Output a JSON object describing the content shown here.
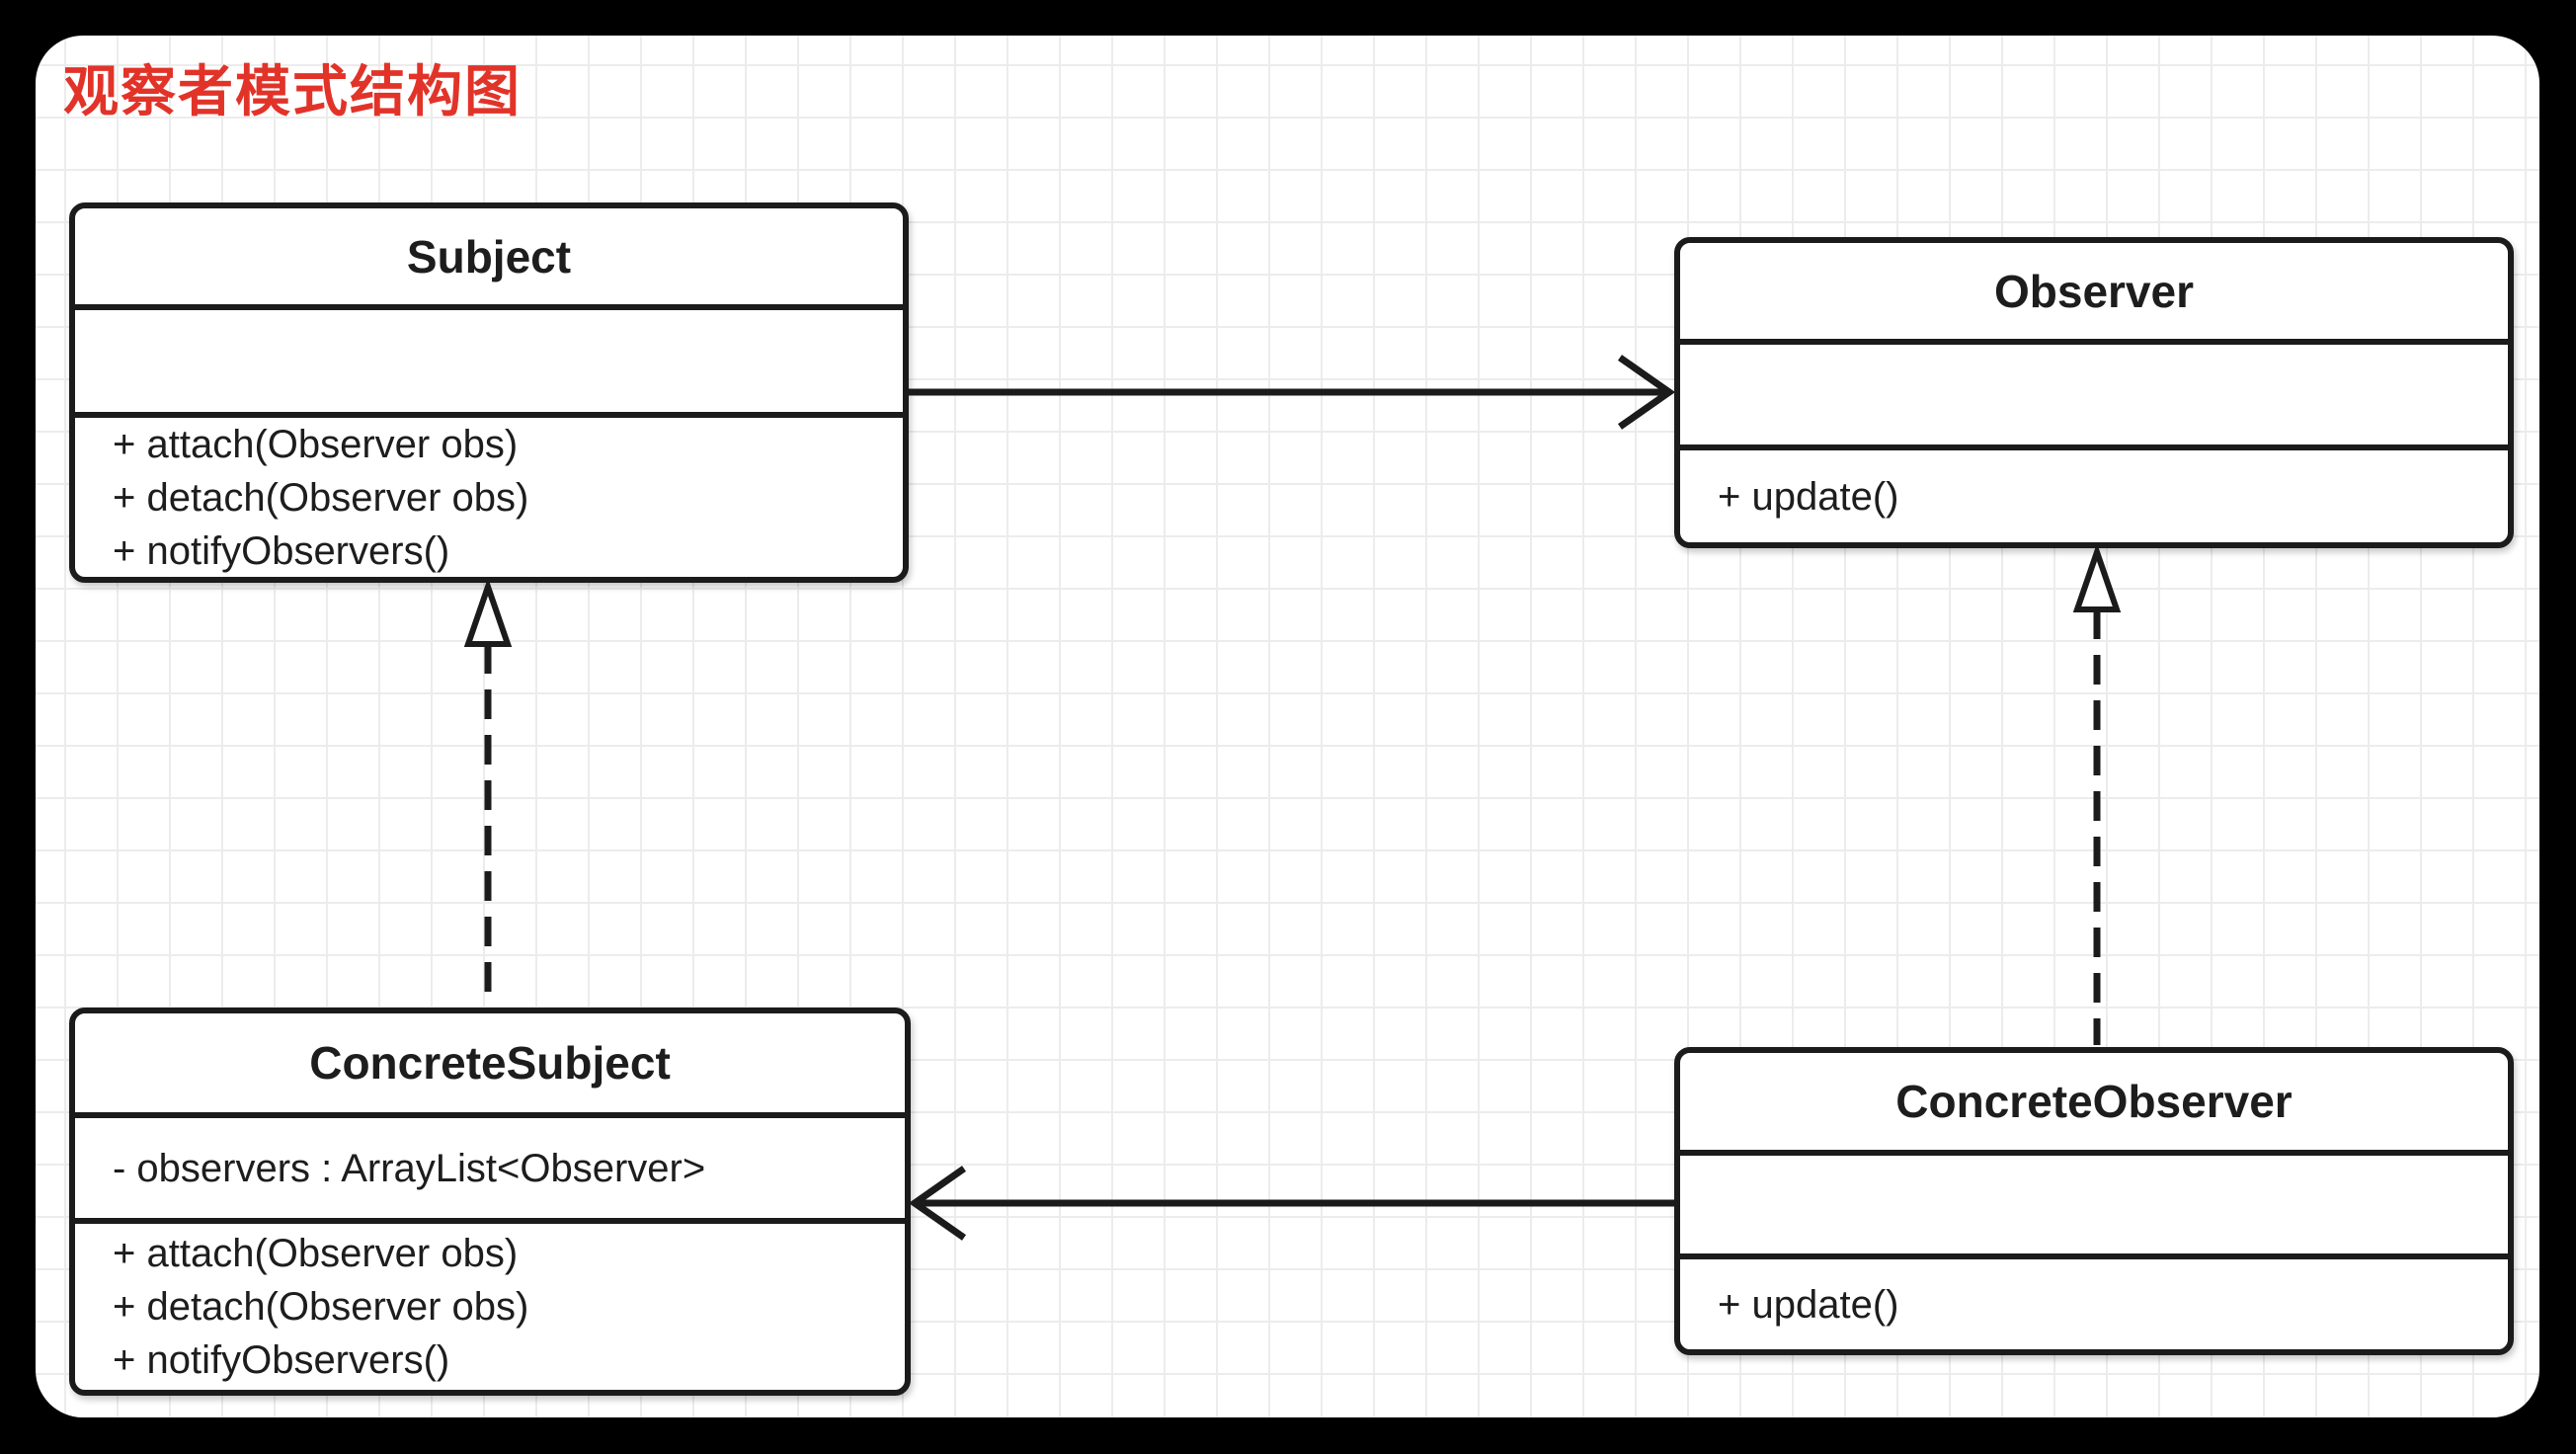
{
  "title": {
    "text": "观察者模式结构图",
    "color": "#e23329"
  },
  "classes": [
    {
      "name": "Subject",
      "attributes": [],
      "methods": [
        "+ attach(Observer obs)",
        "+ detach(Observer obs)",
        "+ notifyObservers()"
      ]
    },
    {
      "name": "Observer",
      "attributes": [],
      "methods": [
        "+ update()"
      ]
    },
    {
      "name": "ConcreteSubject",
      "attributes": [
        "- observers : ArrayList<Observer>"
      ],
      "methods": [
        "+ attach(Observer obs)",
        "+ detach(Observer obs)",
        "+ notifyObservers()"
      ]
    },
    {
      "name": "ConcreteObserver",
      "attributes": [],
      "methods": [
        "+ update()"
      ]
    }
  ],
  "relations": [
    {
      "from": "Subject",
      "to": "Observer",
      "style": "solid",
      "arrowhead": "open",
      "direction": "right"
    },
    {
      "from": "ConcreteSubject",
      "to": "Subject",
      "style": "dashed",
      "arrowhead": "hollow-triangle",
      "direction": "up"
    },
    {
      "from": "ConcreteObserver",
      "to": "Observer",
      "style": "dashed",
      "arrowhead": "hollow-triangle",
      "direction": "up"
    },
    {
      "from": "ConcreteObserver",
      "to": "ConcreteSubject",
      "style": "solid",
      "arrowhead": "open",
      "direction": "left"
    }
  ],
  "colors": {
    "backdrop": "#000000",
    "canvas": "#ffffff",
    "grid_line": "#ececec",
    "node_border": "#1b1b1b",
    "text": "#1d1d1d",
    "title_red": "#e23329"
  }
}
